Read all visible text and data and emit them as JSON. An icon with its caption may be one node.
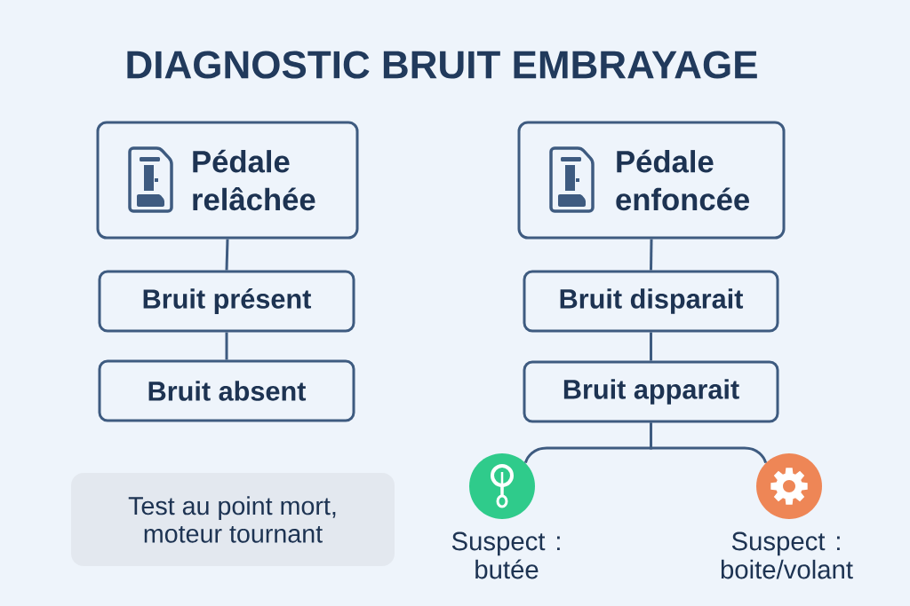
{
  "diagram": {
    "title": "DIAGNOSTIC BRUIT EMBRAYAGE",
    "nodes": [
      {
        "text": [
          "Pédale relâchée"
        ]
      },
      {
        "text": [
          "Bruit présent"
        ]
      },
      {
        "text": [
          "Bruit absent"
        ]
      },
      {
        "text": [
          "Pédale enfoncée"
        ]
      },
      {
        "text": [
          "Bruit disparait"
        ]
      },
      {
        "text": [
          "Bruit apparait"
        ]
      },
      {
        "text": [],
        "shape": "circle",
        "beside": [
          "Suspect : butée"
        ]
      },
      {
        "text": [],
        "shape": "circle",
        "beside": [
          "Suspect : boite/volant"
        ]
      },
      {
        "text": [
          "Test au point mort, moteur tournant"
        ]
      }
    ],
    "edges": [
      {
        "from": 0,
        "to": 1,
        "arrow": "none"
      },
      {
        "from": 1,
        "to": 2,
        "arrow": "none"
      },
      {
        "from": 3,
        "to": 4,
        "arrow": "none"
      },
      {
        "from": 4,
        "to": 5,
        "arrow": "none"
      },
      {
        "from": 5,
        "to": 6,
        "arrow": "none"
      },
      {
        "from": 5,
        "to": 7,
        "arrow": "none"
      }
    ]
  }
}
